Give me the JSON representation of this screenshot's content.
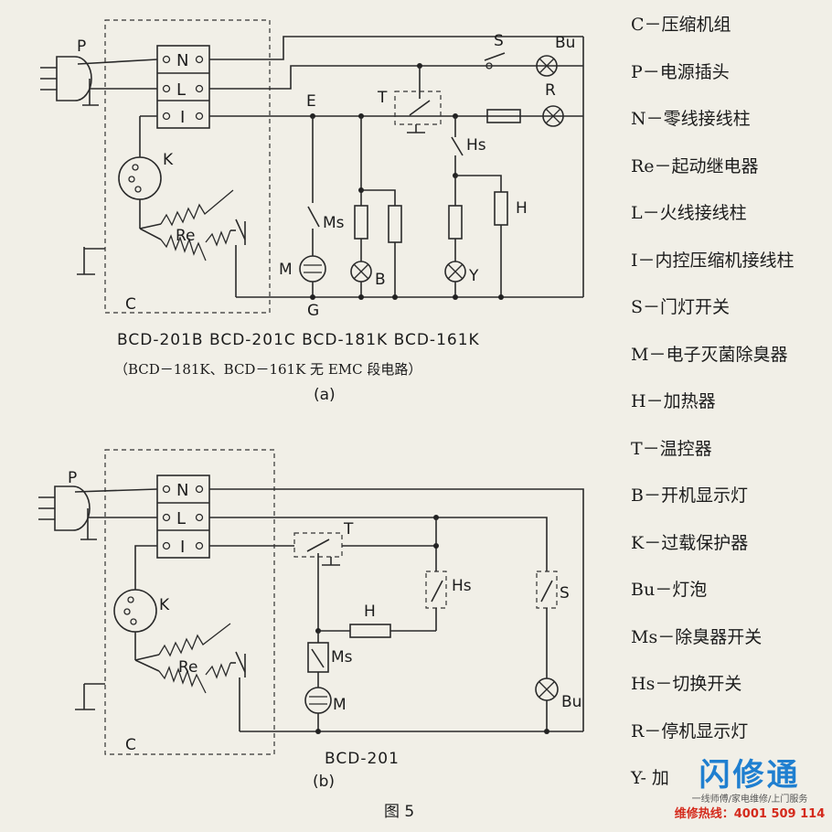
{
  "diagram_a": {
    "labels": {
      "P": "P",
      "N": "N",
      "L": "L",
      "I": "I",
      "K": "K",
      "Re": "Re",
      "C": "C",
      "E": "E",
      "T": "T",
      "S": "S",
      "Bu": "Bu",
      "R": "R",
      "Hs": "Hs",
      "H": "H",
      "Ms": "Ms",
      "M": "M",
      "B": "B",
      "Y": "Y",
      "G": "G"
    },
    "models": "BCD-201B  BCD-201C  BCD-181K  BCD-161K",
    "note": "（BCD－181K、BCD－161K 无 EMC 段电路）",
    "caption": "(a)"
  },
  "diagram_b": {
    "labels": {
      "P": "P",
      "N": "N",
      "L": "L",
      "I": "I",
      "K": "K",
      "Re": "Re",
      "C": "C",
      "T": "T",
      "Hs": "Hs",
      "H": "H",
      "S": "S",
      "Ms": "Ms",
      "M": "M",
      "Bu": "Bu"
    },
    "model": "BCD-201",
    "caption": "(b)"
  },
  "figure_caption": "图 5",
  "legend": [
    "C－压缩机组",
    "P－电源插头",
    "N－零线接线柱",
    "Re－起动继电器",
    "L－火线接线柱",
    "I－内控压缩机接线柱",
    "S－门灯开关",
    "M－电子灭菌除臭器",
    "H－加热器",
    "T－温控器",
    "B－开机显示灯",
    "K－过载保护器",
    "Bu－灯泡",
    "Ms－除臭器开关",
    "Hs－切换开关",
    "R－停机显示灯",
    "Y- 加"
  ],
  "watermark": {
    "name": "闪修通",
    "tagline": "一线师傅/家电维修/上门服务",
    "hotline": "维修热线：4001 509 114"
  }
}
